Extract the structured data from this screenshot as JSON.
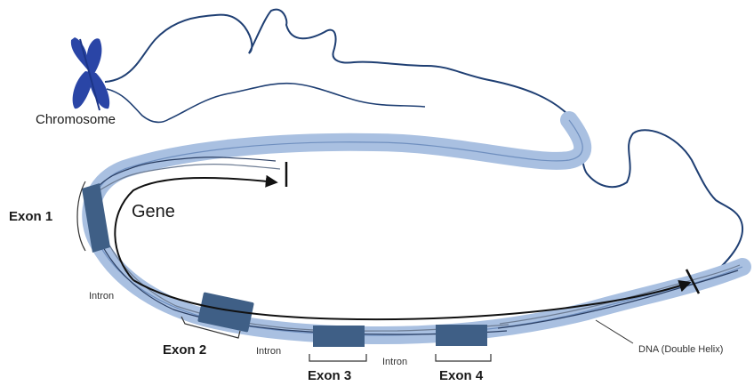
{
  "labels": {
    "chromosome": "Chromosome",
    "gene": "Gene",
    "dna": "DNA (Double Helix)",
    "exon_1": "Exon 1",
    "exon_2": "Exon 2",
    "exon_3": "Exon 3",
    "exon_4": "Exon 4",
    "intron_1": "Intron",
    "intron_2": "Intron",
    "intron_3": "Intron"
  },
  "colors": {
    "dna_tube": "#a9c0e1",
    "exon_fill": "#3f5f86",
    "chromosome": "#2a45a6",
    "strand": "#1f3f73",
    "arrow": "#111111",
    "helix_a": "#2b3f63",
    "helix_b": "#6d7c93"
  },
  "icons": {
    "chromosome": "x-shaped-chromosome-icon"
  }
}
